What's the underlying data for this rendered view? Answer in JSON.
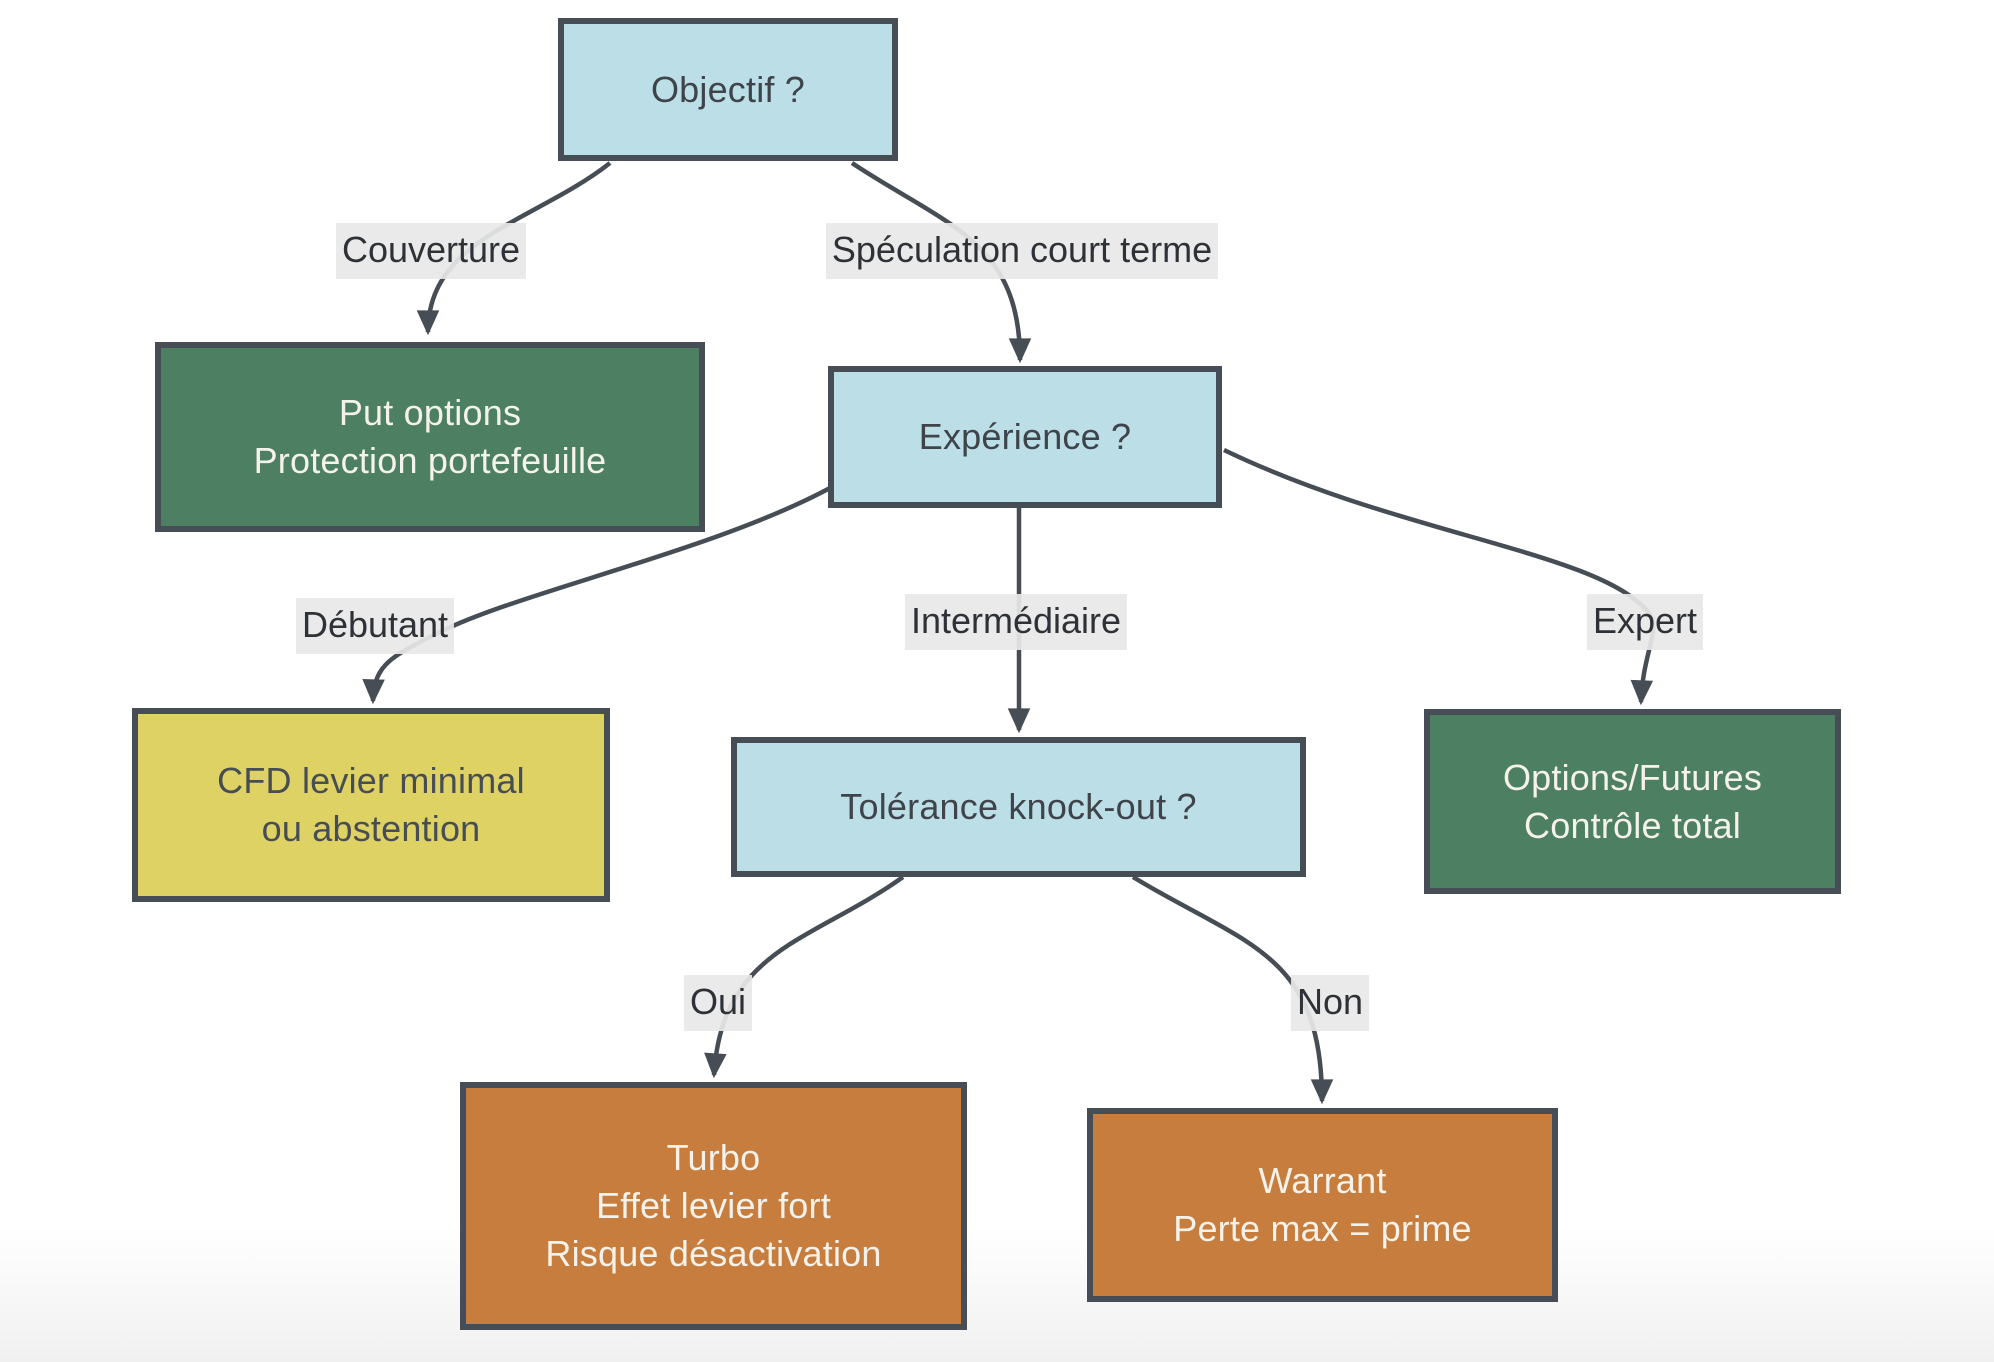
{
  "diagram": {
    "type": "decision-tree-flowchart",
    "nodes": {
      "objectif": {
        "label": "Objectif ?",
        "kind": "question",
        "fill": "#bcdfe7"
      },
      "put_options": {
        "line1": "Put options",
        "line2": "Protection portefeuille",
        "kind": "outcome",
        "fill": "#4d7f62"
      },
      "experience": {
        "label": "Expérience ?",
        "kind": "question",
        "fill": "#bcdfe7"
      },
      "cfd": {
        "line1": "CFD levier minimal",
        "line2": "ou abstention",
        "kind": "outcome",
        "fill": "#dfd264"
      },
      "tolerance": {
        "label": "Tolérance knock-out ?",
        "kind": "question",
        "fill": "#bcdfe7"
      },
      "options_futures": {
        "line1": "Options/Futures",
        "line2": "Contrôle total",
        "kind": "outcome",
        "fill": "#4d7f62"
      },
      "turbo": {
        "line1": "Turbo",
        "line2": "Effet levier fort",
        "line3": "Risque désactivation",
        "kind": "outcome",
        "fill": "#c77d3d"
      },
      "warrant": {
        "line1": "Warrant",
        "line2": "Perte max = prime",
        "kind": "outcome",
        "fill": "#c77d3d"
      }
    },
    "edges": [
      {
        "from": "objectif",
        "to": "put_options",
        "label": "Couverture"
      },
      {
        "from": "objectif",
        "to": "experience",
        "label": "Spéculation court terme"
      },
      {
        "from": "experience",
        "to": "cfd",
        "label": "Débutant"
      },
      {
        "from": "experience",
        "to": "tolerance",
        "label": "Intermédiaire"
      },
      {
        "from": "experience",
        "to": "options_futures",
        "label": "Expert"
      },
      {
        "from": "tolerance",
        "to": "turbo",
        "label": "Oui"
      },
      {
        "from": "tolerance",
        "to": "warrant",
        "label": "Non"
      }
    ],
    "edge_labels": {
      "couverture": "Couverture",
      "speculation": "Spéculation court terme",
      "debutant": "Débutant",
      "intermediaire": "Intermédiaire",
      "expert": "Expert",
      "oui": "Oui",
      "non": "Non"
    },
    "colors": {
      "question_fill": "#bcdfe7",
      "green_fill": "#4d7f62",
      "yellow_fill": "#dfd264",
      "orange_fill": "#c77d3d",
      "node_border": "#474d54",
      "edge_line": "#474d54",
      "edge_label_bg": "#e8e8e8",
      "dark_text": "#3f444b",
      "light_text": "#f4f2ea"
    }
  }
}
